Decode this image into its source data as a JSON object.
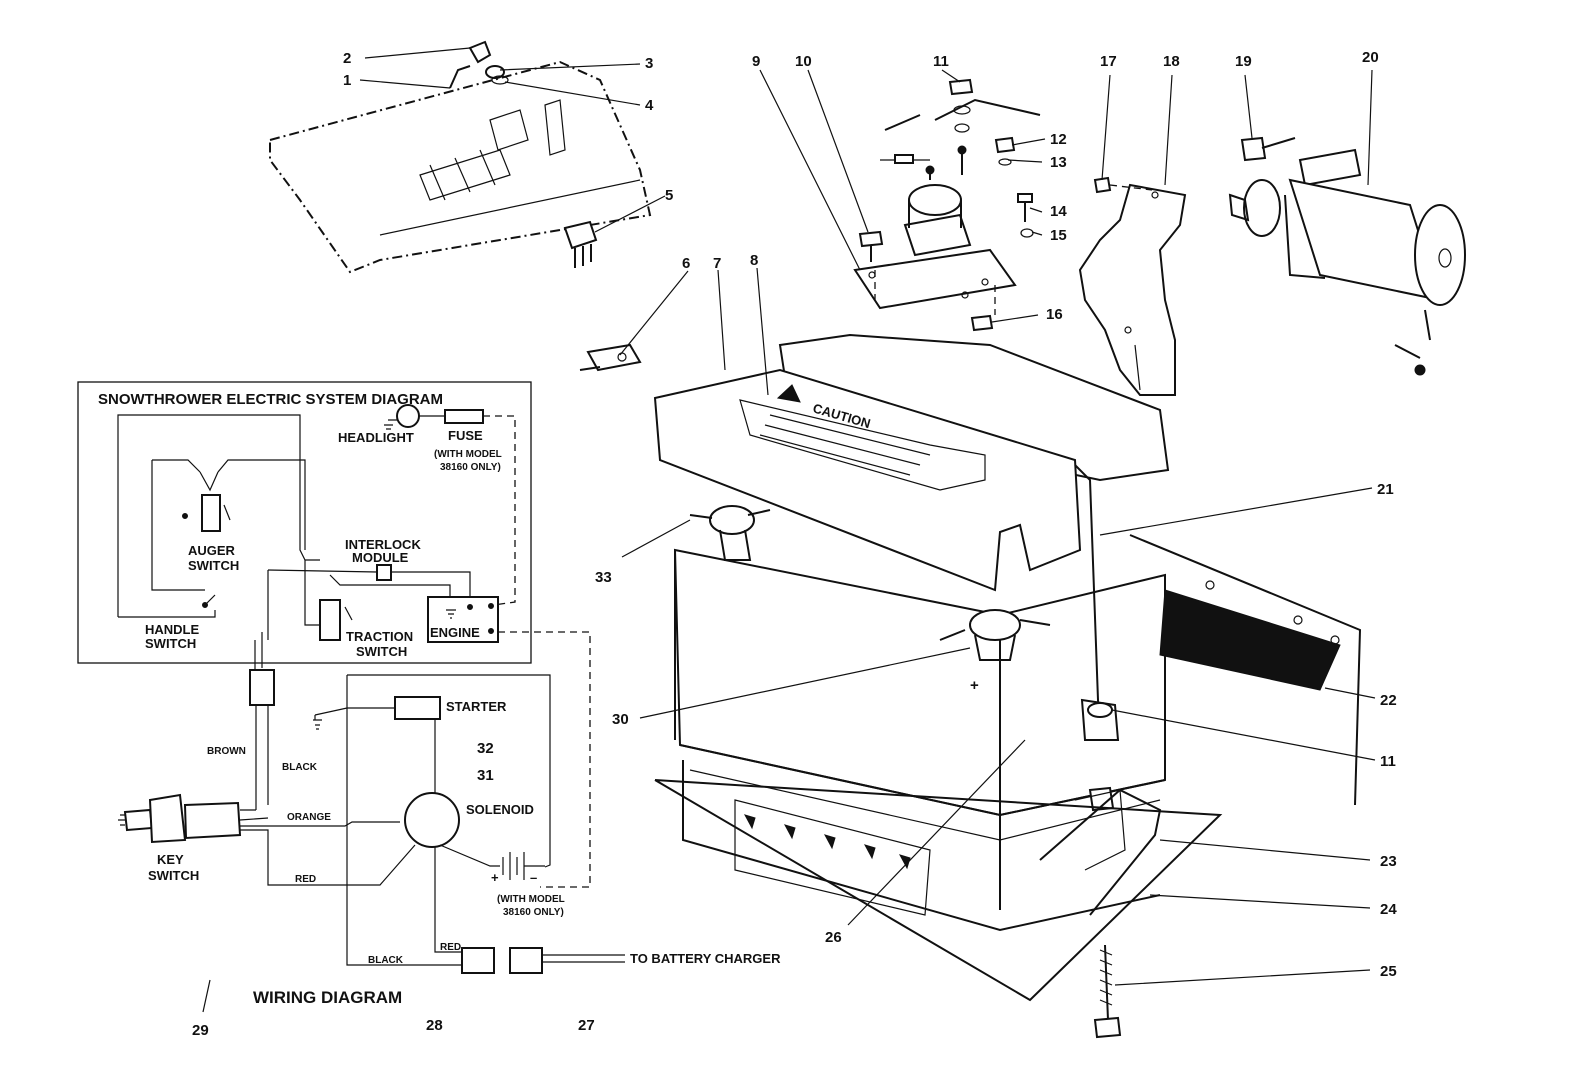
{
  "callouts": {
    "c1": "1",
    "c2": "2",
    "c3": "3",
    "c4": "4",
    "c5": "5",
    "c6": "6",
    "c7": "7",
    "c8": "8",
    "c9": "9",
    "c10": "10",
    "c11a": "11",
    "c11b": "11",
    "c12": "12",
    "c13": "13",
    "c14": "14",
    "c15": "15",
    "c16": "16",
    "c17": "17",
    "c18": "18",
    "c19": "19",
    "c20": "20",
    "c21": "21",
    "c22": "22",
    "c23": "23",
    "c24": "24",
    "c25": "25",
    "c26": "26",
    "c27": "27",
    "c28": "28",
    "c29": "29",
    "c30": "30",
    "c31": "31",
    "c32": "32",
    "c33": "33"
  },
  "battery": {
    "caution_label": "CAUTION",
    "plus_sign": "+"
  },
  "system_diagram": {
    "title": "SNOWTHROWER ELECTRIC SYSTEM DIAGRAM",
    "headlight": "HEADLIGHT",
    "fuse": "FUSE",
    "model_note_1": "(WITH MODEL",
    "model_note_2": "38160 ONLY)",
    "auger_switch_1": "AUGER",
    "auger_switch_2": "SWITCH",
    "interlock_1": "INTERLOCK",
    "interlock_2": "MODULE",
    "handle_switch_1": "HANDLE",
    "handle_switch_2": "SWITCH",
    "traction_switch_1": "TRACTION",
    "traction_switch_2": "SWITCH",
    "engine": "ENGINE"
  },
  "wiring_diagram": {
    "title": "WIRING DIAGRAM",
    "starter": "STARTER",
    "solenoid": "SOLENOID",
    "key_switch_1": "KEY",
    "key_switch_2": "SWITCH",
    "wire_brown": "BROWN",
    "wire_black_1": "BLACK",
    "wire_orange": "ORANGE",
    "wire_red_1": "RED",
    "wire_red_2": "RED",
    "wire_black_2": "BLACK",
    "to_charger": "TO BATTERY CHARGER",
    "model_note_1": "(WITH MODEL",
    "model_note_2": "38160 ONLY)",
    "batt_plus": "+",
    "batt_minus": "–"
  }
}
